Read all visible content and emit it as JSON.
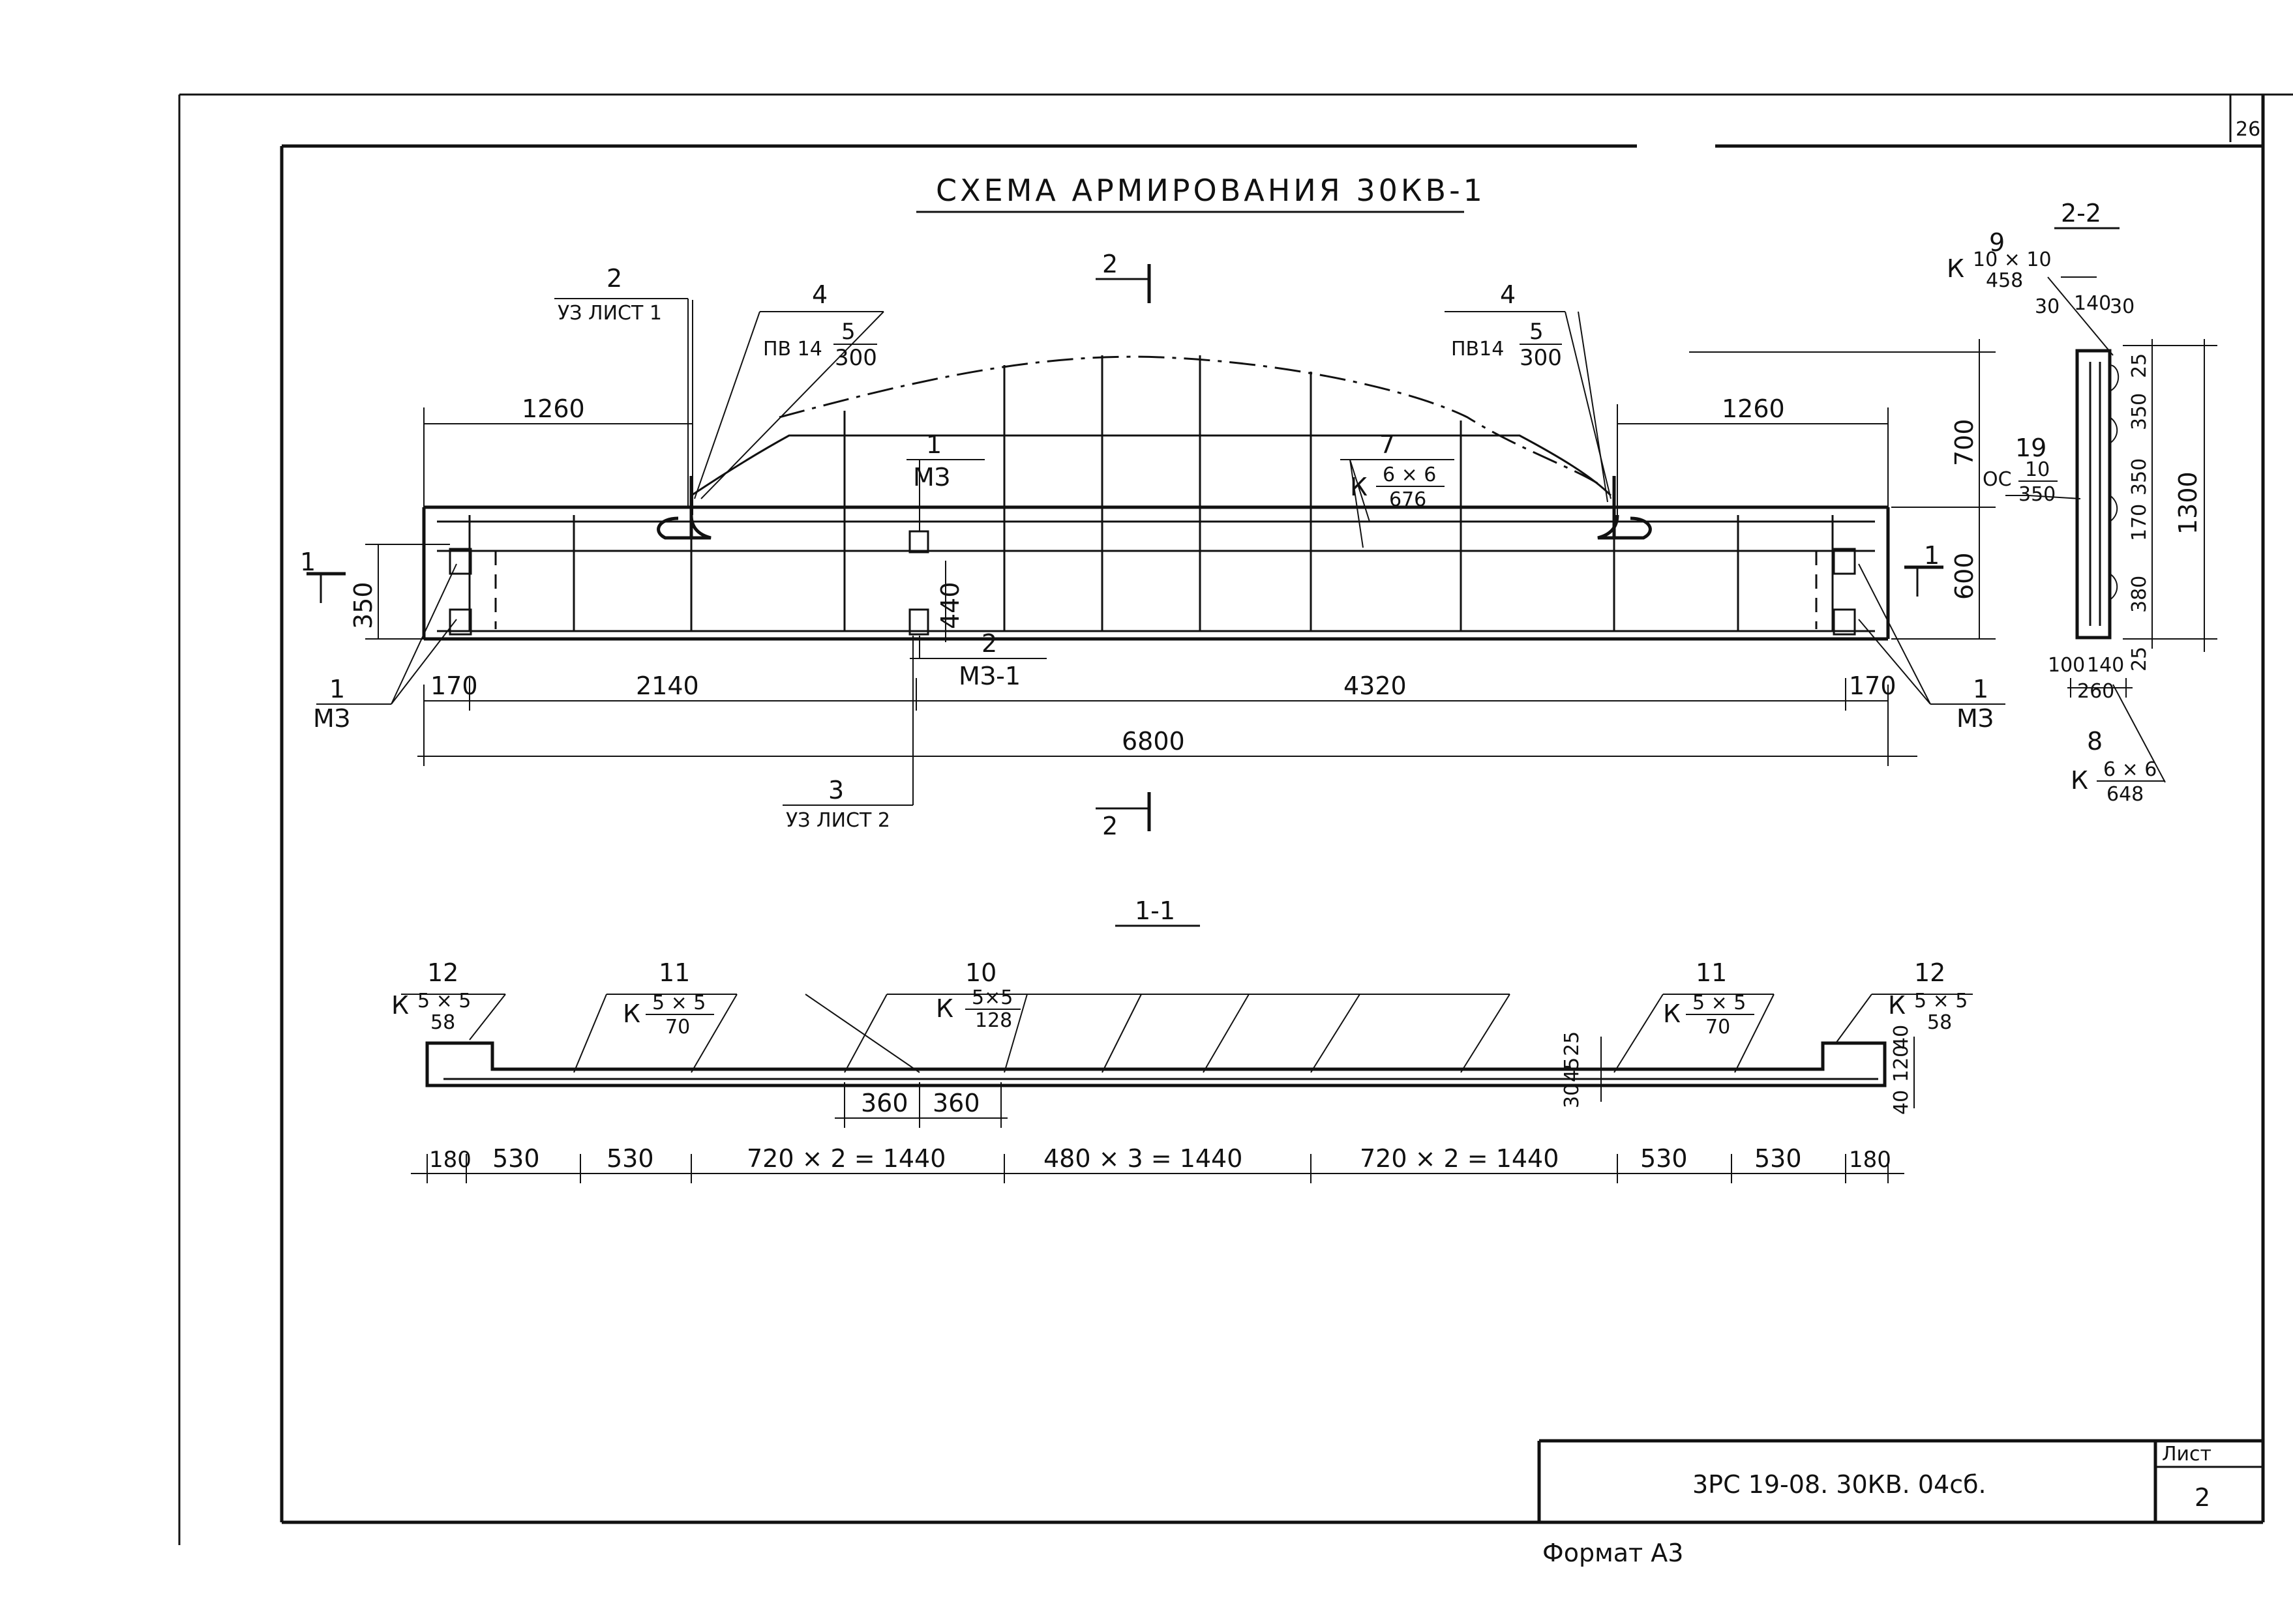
{
  "sheet": {
    "page_number": "26",
    "title": "СХЕМА АРМИРОВАНИЯ 30КВ-1",
    "format": "Формат А3"
  },
  "title_block": {
    "code": "3РС 19-08. 30КВ. 04сб.",
    "list_label": "Лист",
    "list_number": "2"
  },
  "elevation": {
    "section_marks": {
      "top": "2",
      "bottom": "2",
      "left": "1",
      "right": "1"
    },
    "dims": {
      "left_end": "1260",
      "right_end": "1260",
      "left_height": "350",
      "right_upper": "700",
      "right_lower": "600",
      "insert_height": "440",
      "edge_left": "170",
      "span_left": "2140",
      "span_right": "4320",
      "edge_right": "170",
      "total": "6800"
    },
    "callouts": {
      "uz_1_num": "2",
      "uz_1_ref": "УЗ ЛИСТ 1",
      "uz_2_num": "3",
      "uz_2_ref": "УЗ ЛИСТ 2",
      "loop_left_num": "4",
      "loop_left_mark": "ПВ 14",
      "loop_left_top": "5",
      "loop_left_bottom": "300",
      "loop_right_num": "4",
      "loop_right_mark": "ПВ14",
      "loop_right_top": "5",
      "loop_right_bottom": "300",
      "insert_mid_num": "1",
      "insert_mid_mark": "МЗ",
      "insert_low_num": "2",
      "insert_low_mark": "МЗ-1",
      "insert_left_num": "1",
      "insert_left_mark": "МЗ",
      "insert_right_num": "1",
      "insert_right_mark": "МЗ",
      "cage7_num": "7",
      "cage7_mark": "К",
      "cage7_top": "6 × 6",
      "cage7_bottom": "676"
    }
  },
  "section_2_2": {
    "label": "2-2",
    "cage9_num": "9",
    "cage9_mark": "К",
    "cage9_top": "10 × 10",
    "cage9_bottom": "458",
    "bar19_num": "19",
    "bar19_mark": "ОС",
    "bar19_top": "10",
    "bar19_bottom": "350",
    "cage8_num": "8",
    "cage8_mark": "К",
    "cage8_top": "6 × 6",
    "cage8_bottom": "648",
    "dims_top": [
      "30",
      "140",
      "30"
    ],
    "dims_bottom": [
      "100",
      "140",
      "260"
    ],
    "dims_right": [
      "25",
      "350",
      "350",
      "170",
      "380",
      "25"
    ],
    "total_height": "1300"
  },
  "section_1_1": {
    "label": "1-1",
    "cages": [
      {
        "num": "12",
        "mark": "К",
        "top": "5 × 5",
        "bottom": "58"
      },
      {
        "num": "11",
        "mark": "К",
        "top": "5 × 5",
        "bottom": "70"
      },
      {
        "num": "10",
        "mark": "К",
        "top": "5×5",
        "bottom": "128"
      },
      {
        "num": "11",
        "mark": "К",
        "top": "5 × 5",
        "bottom": "70"
      },
      {
        "num": "12",
        "mark": "К",
        "top": "5 × 5",
        "bottom": "58"
      }
    ],
    "mid_dims": [
      "360",
      "360"
    ],
    "thickness_dims": [
      "30",
      "45",
      "25"
    ],
    "end_dims": [
      "40",
      "120",
      "40"
    ],
    "bottom_dims": [
      "180",
      "530",
      "530",
      "720 × 2 = 1440",
      "480 × 3 = 1440",
      "720 × 2 = 1440",
      "530",
      "530",
      "180"
    ]
  }
}
